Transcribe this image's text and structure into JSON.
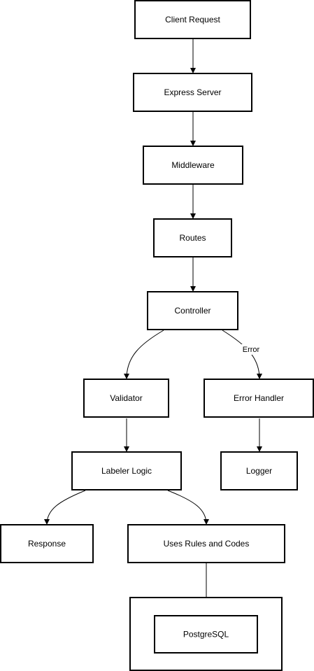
{
  "nodes": {
    "client_request": "Client Request",
    "express_server": "Express Server",
    "middleware": "Middleware",
    "routes": "Routes",
    "controller": "Controller",
    "validator": "Validator",
    "error_handler": "Error Handler",
    "labeler_logic": "Labeler Logic",
    "logger": "Logger",
    "response": "Response",
    "uses_rules_and_codes": "Uses Rules and Codes",
    "postgresql": "PostgreSQL"
  },
  "edges": [
    {
      "from": "Client Request",
      "to": "Express Server",
      "label": ""
    },
    {
      "from": "Express Server",
      "to": "Middleware",
      "label": ""
    },
    {
      "from": "Middleware",
      "to": "Routes",
      "label": ""
    },
    {
      "from": "Routes",
      "to": "Controller",
      "label": ""
    },
    {
      "from": "Controller",
      "to": "Validator",
      "label": ""
    },
    {
      "from": "Controller",
      "to": "Error Handler",
      "label": "Error"
    },
    {
      "from": "Validator",
      "to": "Labeler Logic",
      "label": ""
    },
    {
      "from": "Error Handler",
      "to": "Logger",
      "label": ""
    },
    {
      "from": "Labeler Logic",
      "to": "Response",
      "label": ""
    },
    {
      "from": "Labeler Logic",
      "to": "Uses Rules and Codes",
      "label": ""
    },
    {
      "from": "Uses Rules and Codes",
      "to": "PostgreSQL",
      "label": ""
    }
  ],
  "edge_labels": {
    "controller_to_error_handler": "Error"
  },
  "colors": {
    "stroke": "#000000",
    "fill": "#ffffff",
    "text": "#000000"
  }
}
